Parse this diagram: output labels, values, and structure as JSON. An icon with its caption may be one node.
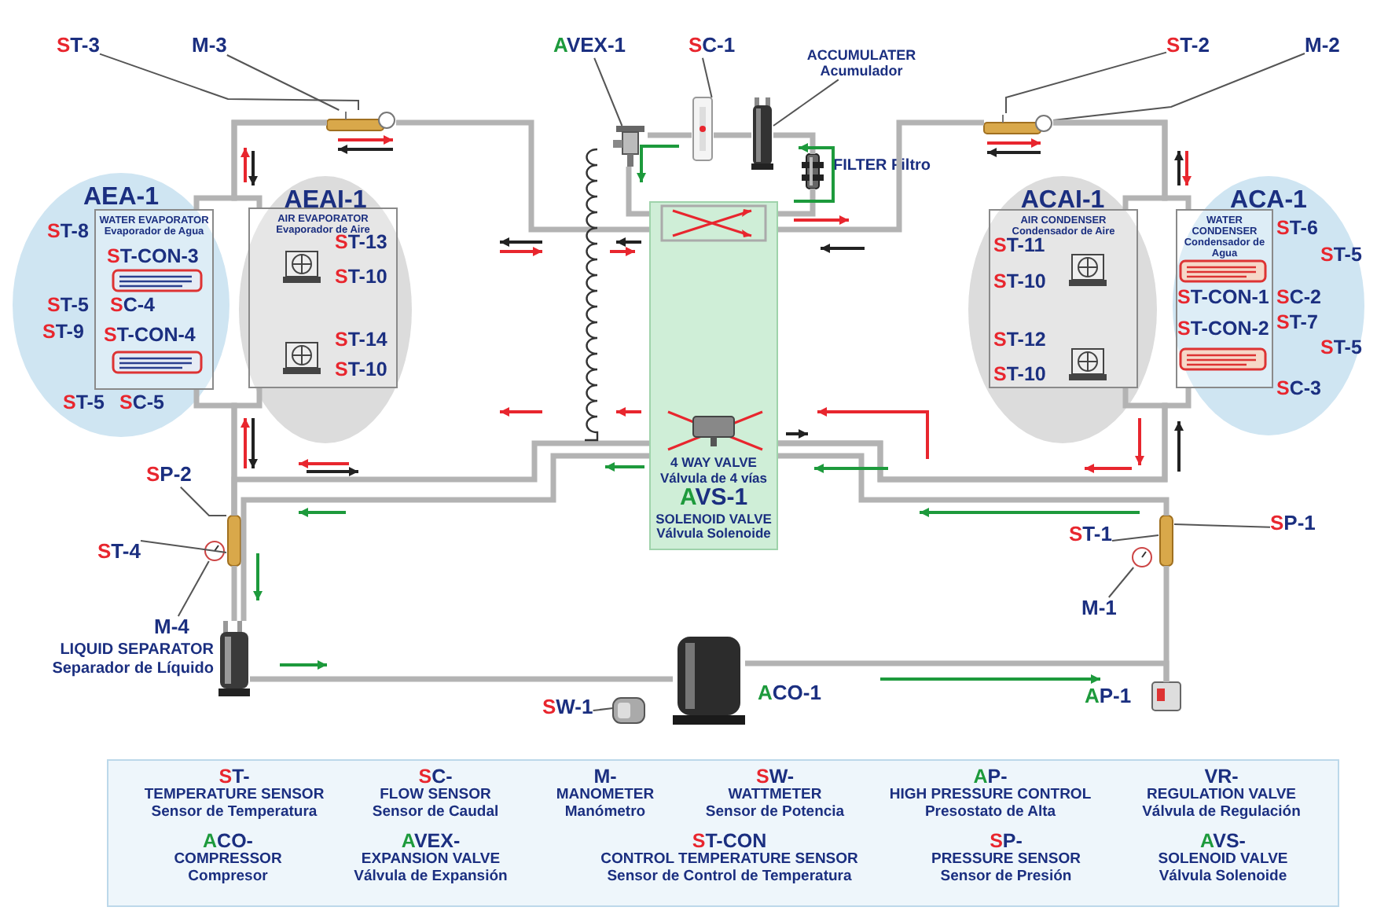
{
  "diagram": {
    "nodes": [
      {
        "text": [
          "AEA-1"
        ]
      },
      {
        "text": [
          "WATER EVAPORATOR Evaporador de Agua"
        ],
        "in": 0
      },
      {
        "text": [
          "AEAI-1"
        ]
      },
      {
        "text": [
          "AIR EVAPORATOR Evaporador de Aire"
        ],
        "in": 2
      },
      {
        "text": [
          "ACAI-1"
        ]
      },
      {
        "text": [
          "AIR CONDENSER Condensador de Aire"
        ],
        "in": 4
      },
      {
        "text": [
          "ACA-1"
        ]
      },
      {
        "text": [
          "WATER CONDENSER Condensador de Agua"
        ],
        "in": 6
      },
      {
        "text": [
          "4 WAY VALVE Válvula de 4 vías",
          "AVS-1",
          "SOLENOID VALVE Válvula Solenoide"
        ]
      },
      {
        "text": [
          "ST-3"
        ]
      },
      {
        "text": [
          "M-3"
        ]
      },
      {
        "text": [],
        "shape": "picture"
      },
      {
        "text": [
          "ST-2"
        ]
      },
      {
        "text": [
          "M-2"
        ]
      },
      {
        "text": [],
        "shape": "picture"
      },
      {
        "text": [
          "AVEX-1"
        ]
      },
      {
        "text": [],
        "shape": "picture"
      },
      {
        "text": [
          "SC-1"
        ]
      },
      {
        "text": [],
        "shape": "picture"
      },
      {
        "text": [
          "ACCUMULATER Acumulador"
        ]
      },
      {
        "text": [],
        "shape": "picture"
      },
      {
        "text": [],
        "shape": "picture",
        "beside": [
          "FILTER Filtro"
        ]
      },
      {
        "text": [
          "SP-2"
        ]
      },
      {
        "text": [
          "ST-4"
        ]
      },
      {
        "text": [
          "M-4"
        ]
      },
      {
        "text": [],
        "shape": "picture"
      },
      {
        "text": [],
        "shape": "picture"
      },
      {
        "text": [],
        "shape": "picture",
        "beside": [
          "LIQUID SEPARATOR Separador de Líquido"
        ]
      },
      {
        "text": [],
        "shape": "picture",
        "beside": [
          "ACO-1"
        ]
      },
      {
        "text": [
          "SW-1"
        ]
      },
      {
        "text": [],
        "shape": "picture"
      },
      {
        "text": [
          "ST-1"
        ]
      },
      {
        "text": [
          "SP-1"
        ]
      },
      {
        "text": [
          "M-1"
        ]
      },
      {
        "text": [],
        "shape": "picture"
      },
      {
        "text": [],
        "shape": "picture"
      },
      {
        "text": [],
        "shape": "picture",
        "beside": [
          "AP-1"
        ]
      }
    ],
    "edges": [
      {
        "from": 9,
        "to": 11,
        "arrow": "none",
        "color": "#555555"
      },
      {
        "from": 10,
        "to": 11,
        "arrow": "none",
        "color": "#555555"
      },
      {
        "from": 12,
        "to": 14,
        "arrow": "none",
        "color": "#555555"
      },
      {
        "from": 13,
        "to": 14,
        "arrow": "none",
        "color": "#555555"
      },
      {
        "from": 15,
        "to": 16,
        "arrow": "none",
        "color": "#555555"
      },
      {
        "from": 17,
        "to": 18,
        "arrow": "none",
        "color": "#555555"
      },
      {
        "from": 19,
        "to": 20,
        "arrow": "none",
        "color": "#555555"
      },
      {
        "from": 22,
        "to": 25,
        "arrow": "none",
        "color": "#555555"
      },
      {
        "from": 23,
        "to": 25,
        "arrow": "none",
        "color": "#555555"
      },
      {
        "from": 24,
        "to": 26,
        "arrow": "none",
        "color": "#555555"
      },
      {
        "from": 29,
        "to": 30,
        "arrow": "none",
        "color": "#555555"
      },
      {
        "from": 31,
        "to": 34,
        "arrow": "none",
        "color": "#555555"
      },
      {
        "from": 32,
        "to": 34,
        "arrow": "none",
        "color": "#555555"
      },
      {
        "from": 33,
        "to": 35,
        "arrow": "none",
        "color": "#555555"
      },
      {
        "from": 11,
        "to": 8,
        "arrow": "none"
      },
      {
        "from": 11,
        "to": 1,
        "arrow": "none"
      },
      {
        "from": 11,
        "to": 3,
        "arrow": "none"
      },
      {
        "from": 1,
        "to": 25,
        "arrow": "none"
      },
      {
        "from": 3,
        "to": 25,
        "arrow": "none"
      },
      {
        "from": 25,
        "to": 8,
        "arrow": "none"
      },
      {
        "from": 25,
        "to": 27,
        "arrow": "none"
      },
      {
        "from": 8,
        "to": 27,
        "arrow": "none"
      },
      {
        "from": 27,
        "to": 28,
        "arrow": "none"
      },
      {
        "from": 28,
        "to": 36,
        "arrow": "none"
      },
      {
        "from": 36,
        "to": 34,
        "arrow": "none"
      },
      {
        "from": 34,
        "to": 8,
        "arrow": "none"
      },
      {
        "from": 5,
        "to": 8,
        "arrow": "none"
      },
      {
        "from": 7,
        "to": 8,
        "arrow": "none"
      },
      {
        "from": 14,
        "to": 5,
        "arrow": "none"
      },
      {
        "from": 14,
        "to": 7,
        "arrow": "none"
      },
      {
        "from": 14,
        "to": 8,
        "arrow": "none"
      },
      {
        "from": 16,
        "to": 18,
        "arrow": "none"
      },
      {
        "from": 18,
        "to": 20,
        "arrow": "none"
      },
      {
        "from": 20,
        "to": 21,
        "arrow": "none"
      },
      {
        "from": 21,
        "to": 8,
        "arrow": "none"
      },
      {
        "from": 16,
        "to": 8,
        "arrow": "none"
      }
    ],
    "labels": [
      "ST-8",
      "ST-CON-3",
      "ST-5",
      "SC-4",
      "ST-9",
      "ST-CON-4",
      "ST-5",
      "SC-5",
      "ST-13",
      "ST-10",
      "ST-14",
      "ST-10",
      "ST-11",
      "ST-10",
      "ST-12",
      "ST-10",
      "ST-6",
      "ST-5",
      "ST-CON-1",
      "SC-2",
      "ST-CON-2",
      "ST-7",
      "ST-5",
      "SC-3",
      "ST-",
      "TEMPERATURE SENSOR",
      "Sensor de Temperatura",
      "SC-",
      "FLOW SENSOR",
      "Sensor de Caudal",
      "M-",
      "MANOMETER",
      "Manómetro",
      "SW-",
      "WATTMETER",
      "Sensor de Potencia",
      "AP-",
      "HIGH PRESSURE CONTROL",
      "Presostato de Alta",
      "VR-",
      "REGULATION VALVE",
      "Válvula de Regulación",
      "ACO-",
      "COMPRESSOR",
      "Compresor",
      "AVEX-",
      "EXPANSION VALVE",
      "Válvula de Expansión",
      "ST-CON",
      "CONTROL TEMPERATURE SENSOR",
      "Sensor de Control de Temperatura",
      "SP-",
      "PRESSURE SENSOR",
      "Sensor de Presión",
      "AVS-",
      "SOLENOID VALVE",
      "Válvula Solenoide"
    ]
  }
}
